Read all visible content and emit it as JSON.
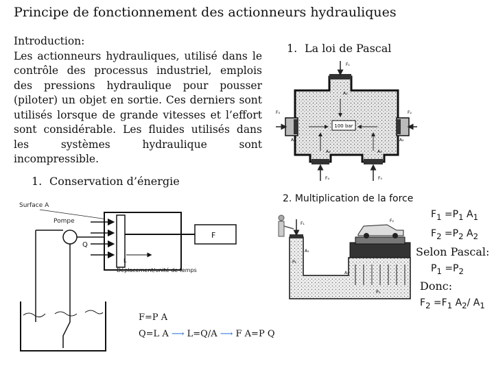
{
  "title": "Principe de fonctionnement des actionneurs hydrauliques",
  "intro": {
    "heading": "Introduction:",
    "body": "Les actionneurs hydrauliques, utilisé dans le contrôle des processus industriel, emplois des pressions hydraulique pour  pousser (piloter) un objet en sortie. Ces derniers sont utilisés lorsque de grande vitesses et l’effort sont considérable. Les fluides utilisés dans les systèmes hydraulique sont incompressible."
  },
  "sections": {
    "pascal": {
      "number": "1.",
      "title": "La loi de Pascal"
    },
    "energy": {
      "number": "1.",
      "title": "Conservation d’énergie"
    },
    "force": {
      "number": "2.",
      "title": "Multiplication de la force"
    }
  },
  "pascal_diagram": {
    "pressure_label": "100 bar",
    "labels": {
      "f1": "F₁",
      "a1": "A₁",
      "f2": "F₂",
      "a2": "A₂",
      "f3": "F₃",
      "a3": "A₃",
      "f4": "F₄",
      "a4": "A₄",
      "f5": "F₅",
      "a5": "A₅"
    }
  },
  "energy_diagram": {
    "surface_label": "Surface A",
    "pump_label": "Pompe",
    "q_label": "Q",
    "f_label": "F",
    "l_label": "L",
    "displacement_label": "Déplacement/unité de temps",
    "formulas": {
      "line1": "F=P A",
      "line2_a": "Q=L A",
      "line2_b": "L=Q/A",
      "line2_c": "F A=P Q"
    }
  },
  "force_diagram": {
    "labels": {
      "f1": "F₁",
      "f2": "F₂",
      "a1": "A₁",
      "a2": "A₂",
      "p1": "P₁",
      "p2": "P₂"
    }
  },
  "force_formulas": {
    "f1": {
      "lhs": "F",
      "lhs_sub": "1",
      "eq": " =P",
      "p_sub": "1",
      "a": " A",
      "a_sub": "1"
    },
    "f2": {
      "lhs": "F",
      "lhs_sub": "2",
      "eq": " =P",
      "p_sub": "2",
      "a": " A",
      "a_sub": "2"
    },
    "selon": "Selon Pascal:",
    "p_eq": {
      "p": "P",
      "sub1": "1",
      "eq": " =P",
      "sub2": "2"
    },
    "donc": "Donc:",
    "result": {
      "f": "F",
      "sub1": "2",
      "eq": " =F",
      "sub2": "1",
      "a": " A",
      "sub3": "2",
      "div": "/ A",
      "sub4": "1"
    }
  }
}
